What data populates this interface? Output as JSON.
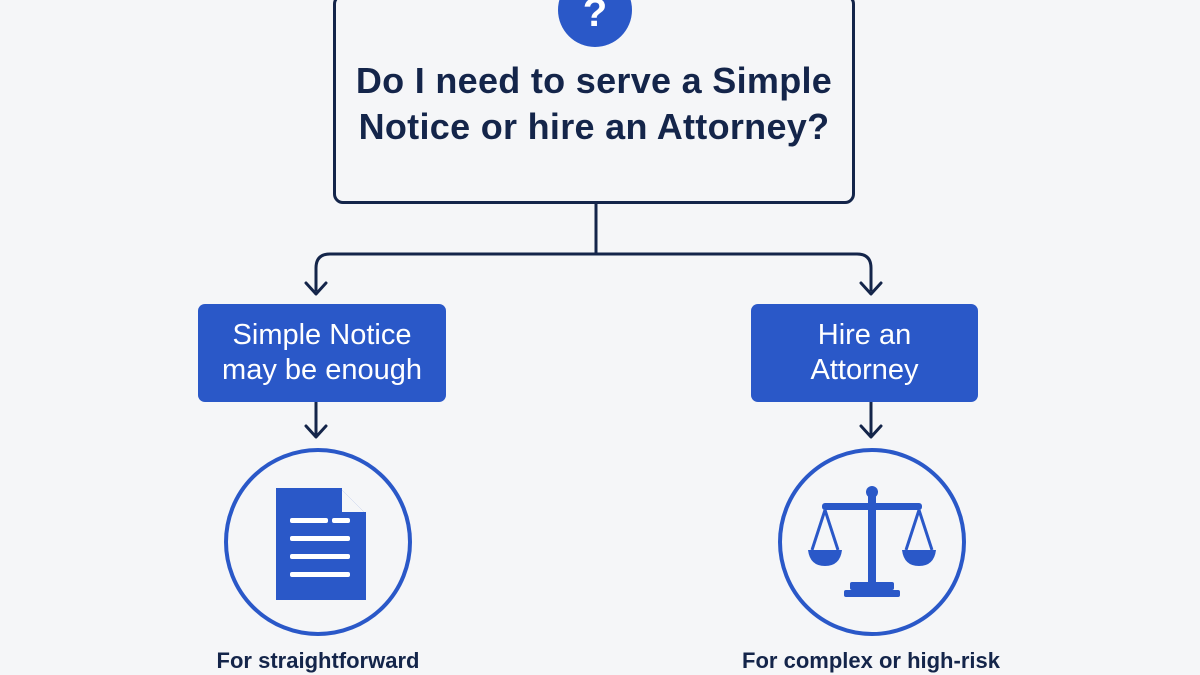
{
  "question": {
    "icon": "question-mark-icon",
    "icon_glyph": "?",
    "text": "Do I need to serve a Simple Notice or hire an Attorney?"
  },
  "options": [
    {
      "label": "Simple Notice may be enough",
      "icon": "document-icon",
      "caption": "For straightforward"
    },
    {
      "label": "Hire an Attorney",
      "icon": "scales-of-justice-icon",
      "caption": "For complex or high-risk"
    }
  ],
  "colors": {
    "background": "#f5f6f8",
    "navy": "#14254a",
    "accent_blue": "#2a58c8"
  }
}
